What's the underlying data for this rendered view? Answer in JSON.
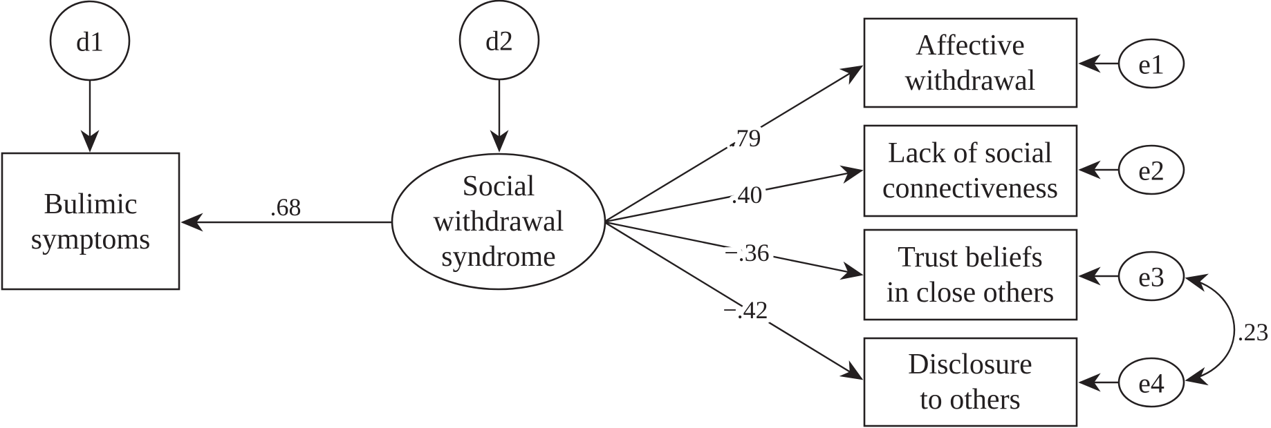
{
  "figure": {
    "type": "sem-path-diagram",
    "ink_color": "#231f20",
    "background_color": "#ffffff",
    "outcome": {
      "line1": "Bulimic",
      "line2": "symptoms",
      "disturbance": "d1"
    },
    "latent": {
      "line1": "Social",
      "line2": "withdrawal",
      "line3": "syndrome",
      "disturbance": "d2"
    },
    "structural_path": {
      "coefficient": ".68"
    },
    "indicators": [
      {
        "line1": "Affective",
        "line2": "withdrawal",
        "loading": ".79",
        "error": "e1"
      },
      {
        "line1": "Lack of social",
        "line2": "connectiveness",
        "loading": ".40",
        "error": "e2"
      },
      {
        "line1": "Trust beliefs",
        "line2": "in close others",
        "loading": "−.36",
        "error": "e3"
      },
      {
        "line1": "Disclosure",
        "line2": "to others",
        "loading": "−.42",
        "error": "e4"
      }
    ],
    "error_covariance": {
      "between": "e3-e4",
      "coefficient": ".23"
    }
  }
}
